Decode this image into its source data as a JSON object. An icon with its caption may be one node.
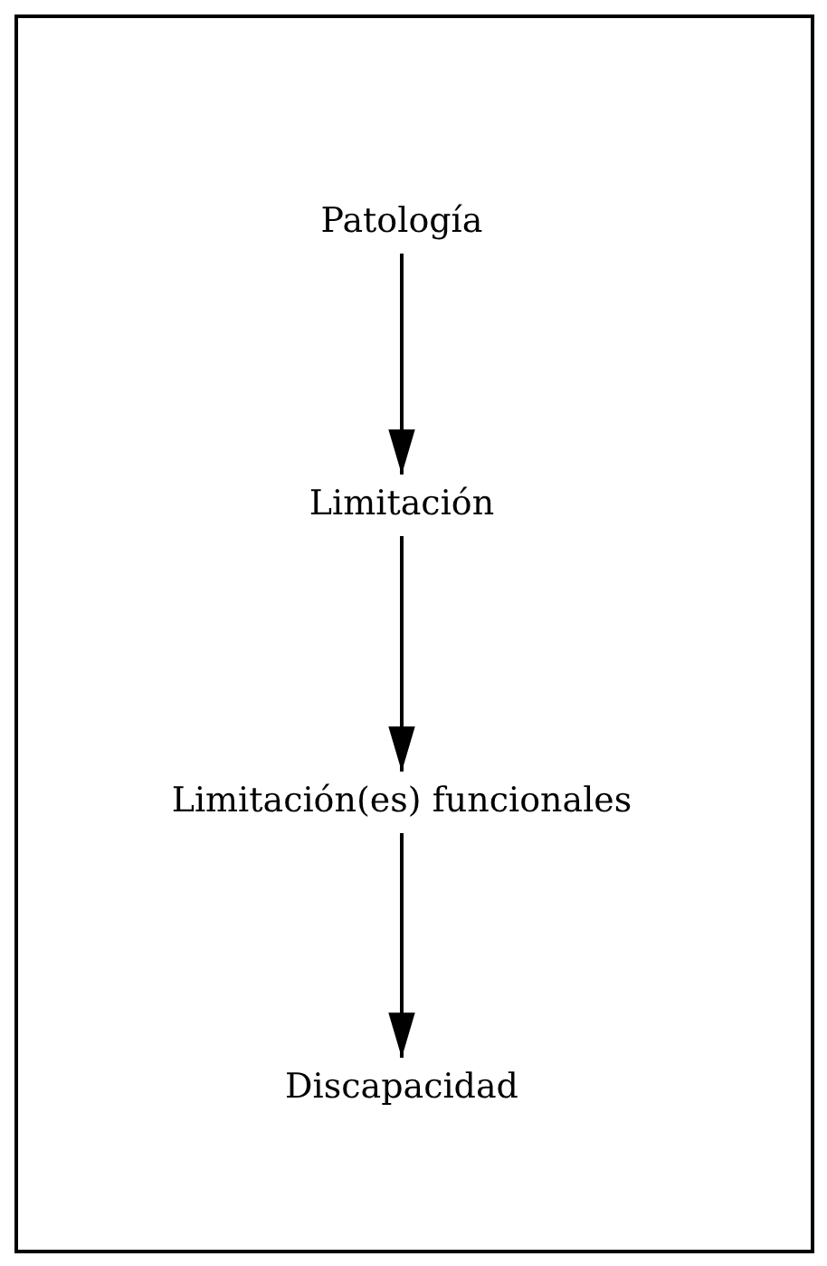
{
  "diagram": {
    "nodes": [
      {
        "text": [
          "Patología"
        ]
      },
      {
        "text": [
          "Limitación"
        ]
      },
      {
        "text": [
          "Limitación(es) funcionales"
        ]
      },
      {
        "text": [
          "Discapacidad"
        ]
      }
    ],
    "edges": [
      {
        "from": 0,
        "to": 1,
        "arrow": "to"
      },
      {
        "from": 1,
        "to": 2,
        "arrow": "to"
      },
      {
        "from": 2,
        "to": 3,
        "arrow": "to"
      }
    ]
  }
}
